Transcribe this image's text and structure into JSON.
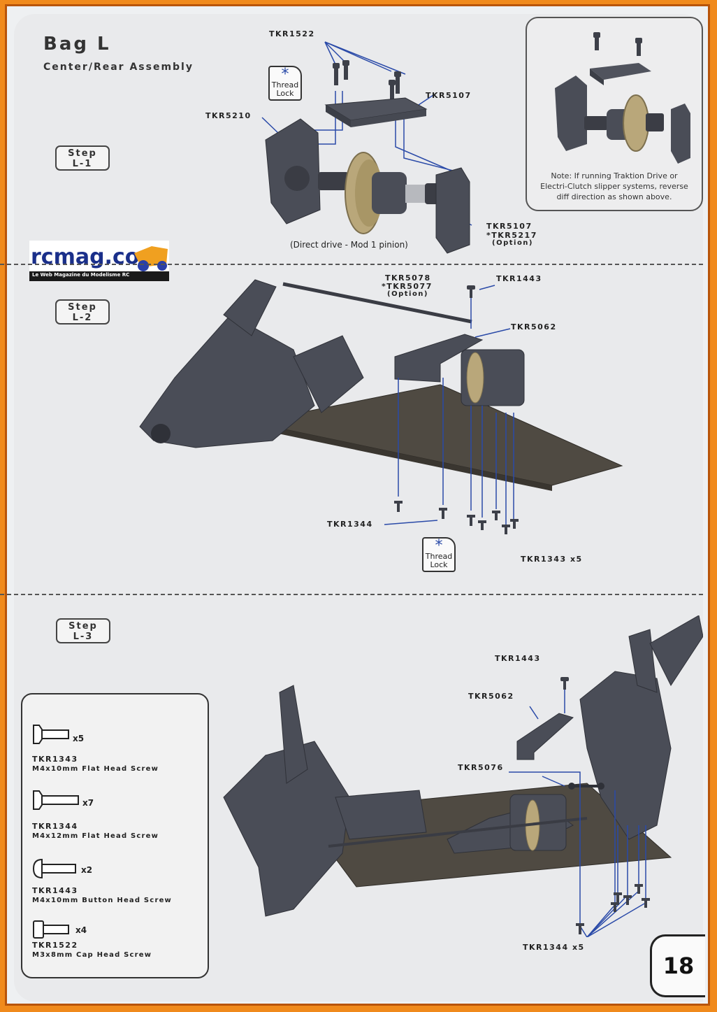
{
  "header": {
    "title": "Bag L",
    "subtitle": "Center/Rear Assembly"
  },
  "logo": {
    "name": "rcmag.com",
    "tagline": "Le Web Magazine du Modelisme RC"
  },
  "thread_lock": {
    "symbol": "*",
    "line1": "Thread",
    "line2": "Lock"
  },
  "steps": {
    "l1": {
      "line1": "Step",
      "line2": "L-1"
    },
    "l2": {
      "line1": "Step",
      "line2": "L-2"
    },
    "l3": {
      "line1": "Step",
      "line2": "L-3"
    }
  },
  "step_l1": {
    "tkr1522": "TKR1522",
    "tkr5107_top": "TKR5107",
    "tkr5210": "TKR5210",
    "tkr5107_bottom": "TKR5107",
    "tkr5217": "*TKR5217",
    "option": "(Option)",
    "caption": "(Direct drive - Mod 1 pinion)"
  },
  "inset": {
    "note_line1": "Note: If running Traktion Drive or",
    "note_line2": "Electri-Clutch slipper systems, reverse",
    "note_line3": "diff direction as shown above."
  },
  "step_l2": {
    "tkr5078": "TKR5078",
    "tkr5077": "*TKR5077",
    "option": "(Option)",
    "tkr1443": "TKR1443",
    "tkr5062": "TKR5062",
    "tkr1344": "TKR1344",
    "tkr1343": "TKR1343 x5"
  },
  "step_l3": {
    "tkr1443": "TKR1443",
    "tkr5062": "TKR5062",
    "tkr5076": "TKR5076",
    "tkr1344": "TKR1344 x5"
  },
  "legend": {
    "items": [
      {
        "qty": "x5",
        "code": "TKR1343",
        "desc": "M4x10mm Flat Head Screw"
      },
      {
        "qty": "x7",
        "code": "TKR1344",
        "desc": "M4x12mm Flat Head Screw"
      },
      {
        "qty": "x2",
        "code": "TKR1443",
        "desc": "M4x10mm Button Head Screw"
      },
      {
        "qty": "x4",
        "code": "TKR1522",
        "desc": "M3x8mm Cap Head Screw"
      }
    ]
  },
  "page_number": "18",
  "colors": {
    "border": "#f08a1c",
    "part": "#4a4d57",
    "gear": "#b9a77a",
    "leader": "#2a4aa8"
  }
}
